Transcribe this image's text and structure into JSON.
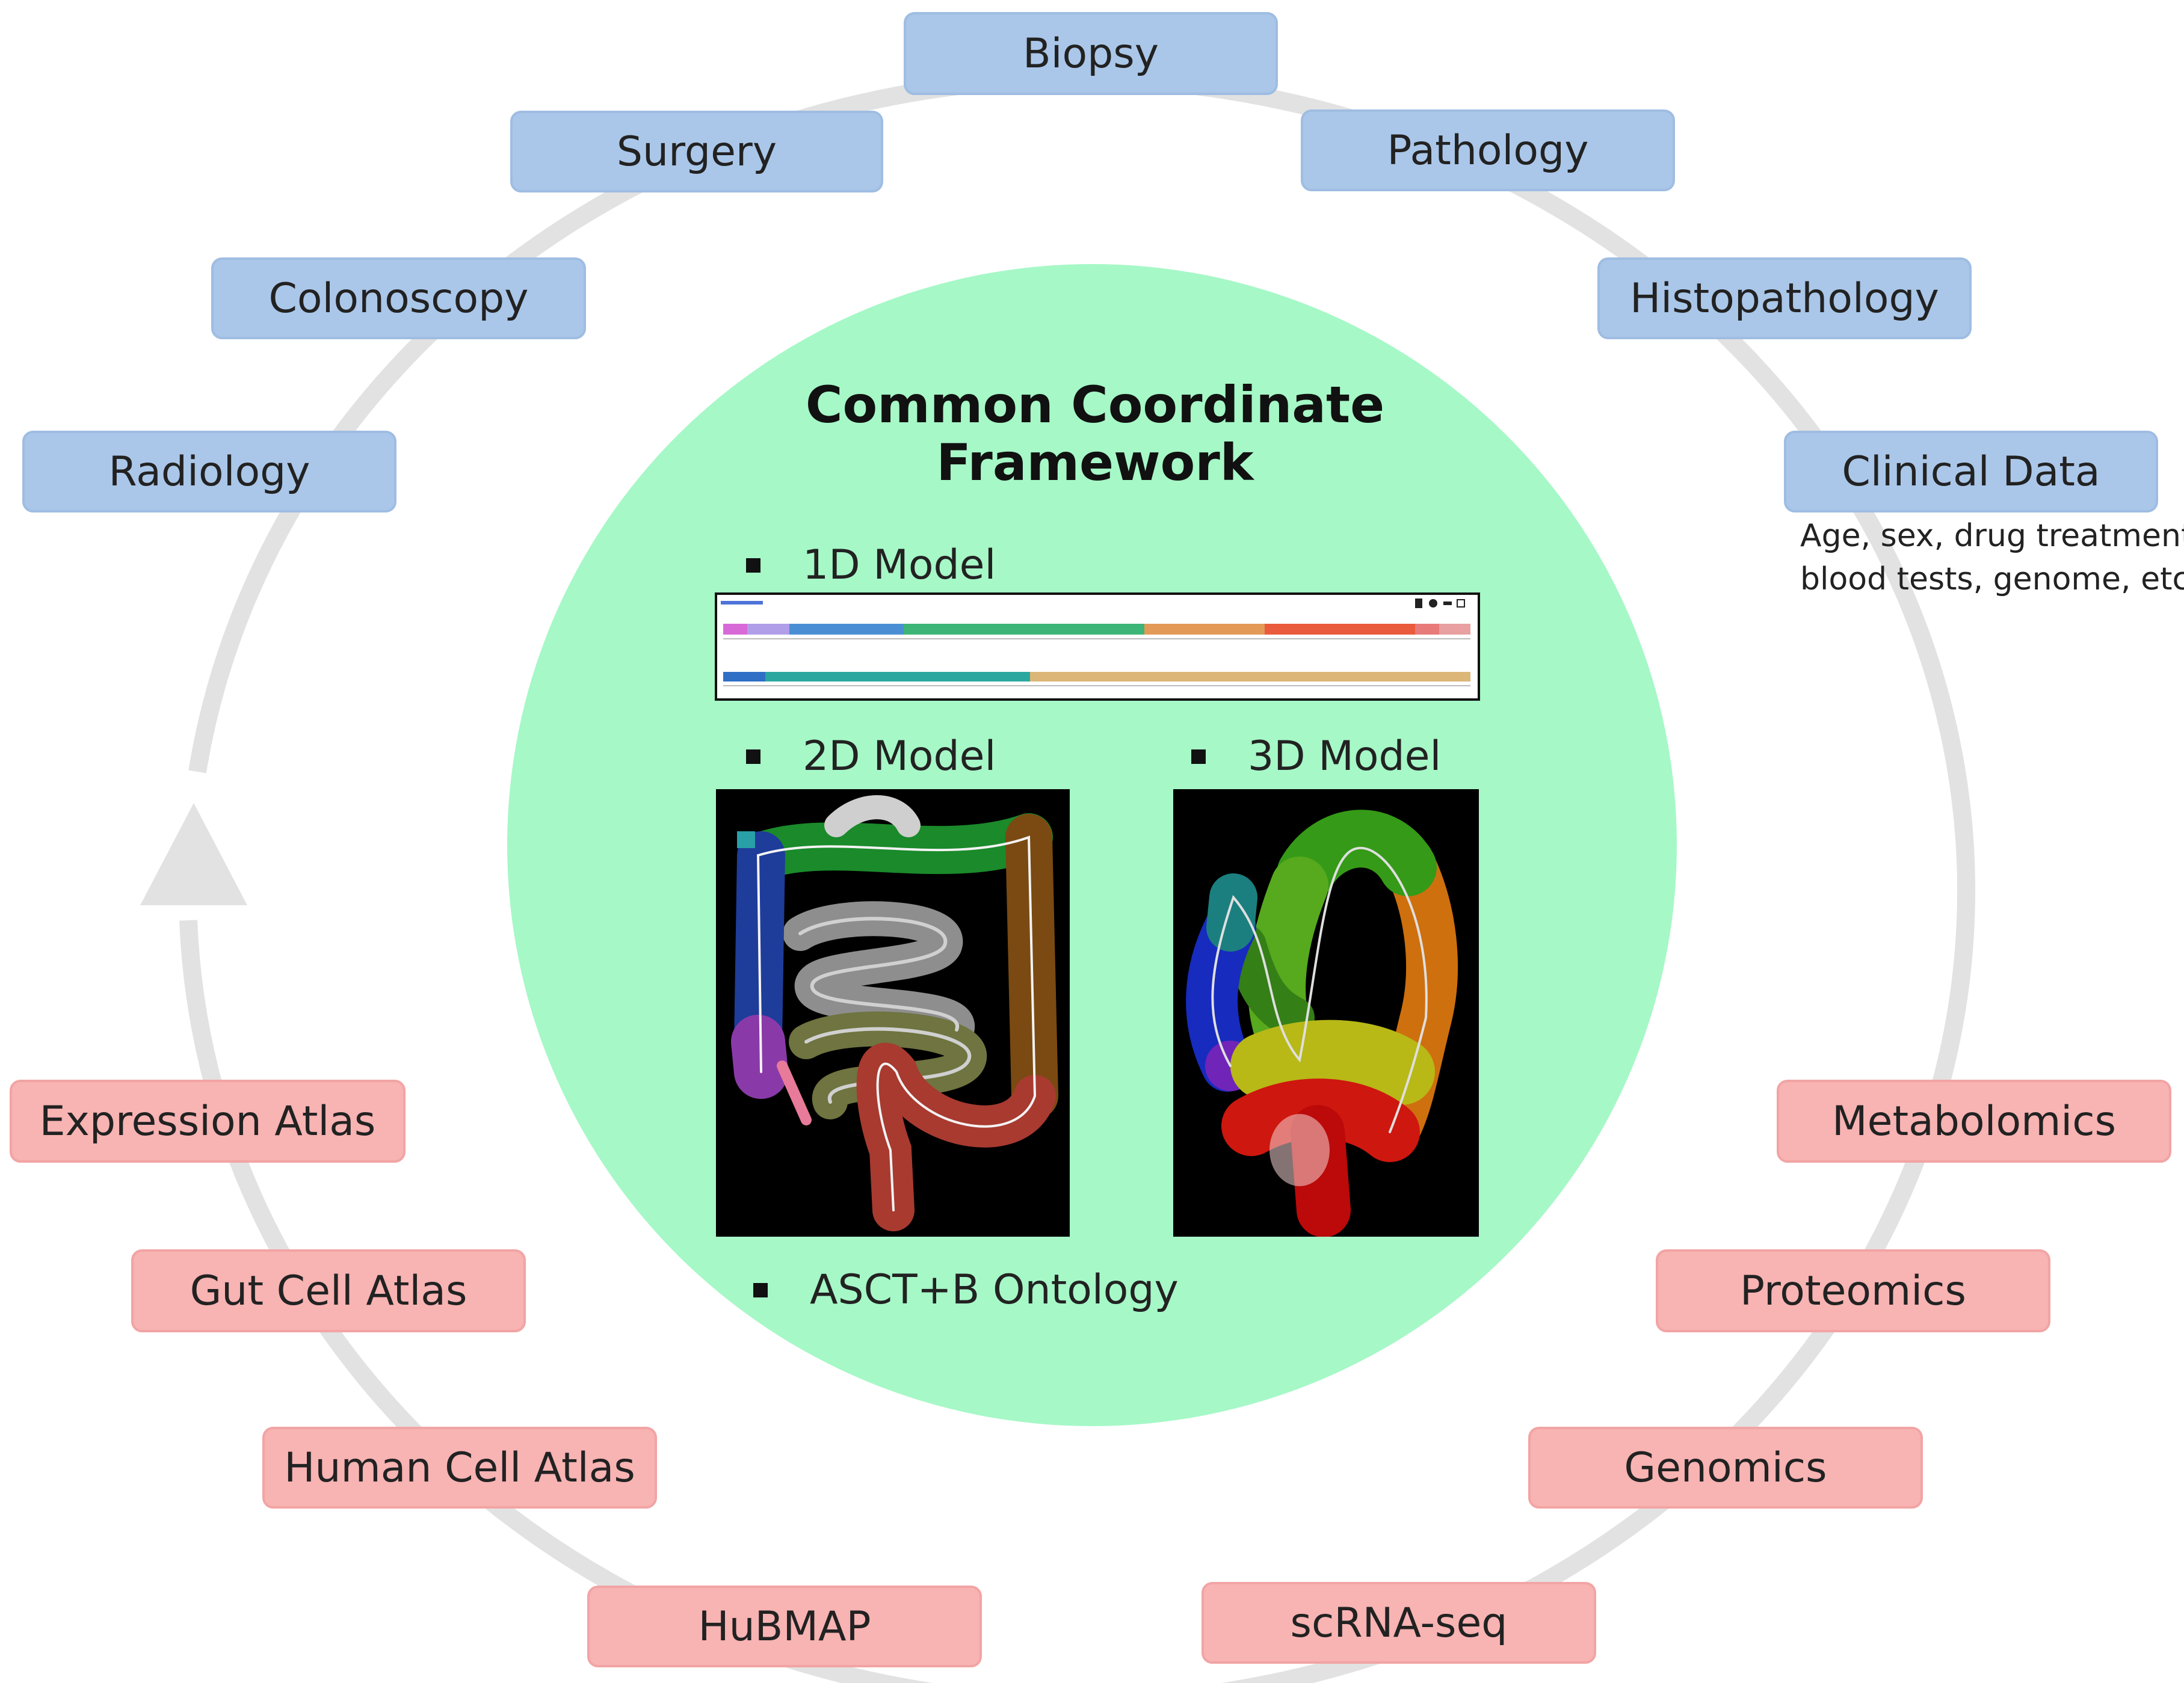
{
  "colors": {
    "ring": "#e2e2e2",
    "circle": "#a6f8c7",
    "blue_box": "#aac7e9",
    "pink_box": "#f8b3b3"
  },
  "center": {
    "title_line1": "Common Coordinate",
    "title_line2": "Framework",
    "model_1d": "1D Model",
    "model_2d": "2D Model",
    "model_3d": "3D Model",
    "ontology": "ASCT+B Ontology"
  },
  "clinical_sources": {
    "radiology": "Radiology",
    "colonoscopy": "Colonoscopy",
    "surgery": "Surgery",
    "biopsy": "Biopsy",
    "pathology": "Pathology",
    "histopathology": "Histopathology",
    "clinical_data": "Clinical Data",
    "clinical_note_line1": "Age, sex, drug treatment,",
    "clinical_note_line2": "blood tests, genome, etc."
  },
  "research_sources": {
    "expression_atlas": "Expression Atlas",
    "gut_cell_atlas": "Gut Cell Atlas",
    "human_cell_atlas": "Human Cell Atlas",
    "hubmap": "HuBMAP",
    "scrna_seq": "scRNA-seq",
    "genomics": "Genomics",
    "proteomics": "Proteomics",
    "metabolomics": "Metabolomics"
  },
  "icons": {
    "cycle_arrow": "up-arrow-icon",
    "bullet": "square-bullet-icon"
  }
}
